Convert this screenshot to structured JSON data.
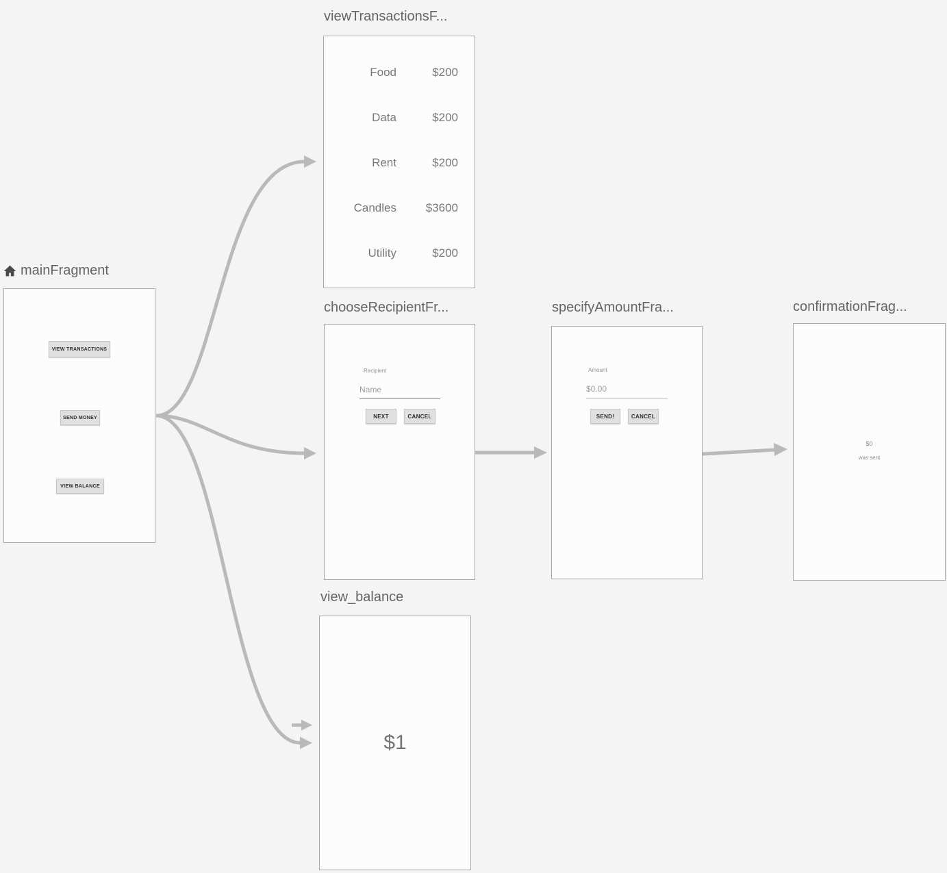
{
  "colors": {
    "background": "#f4f4f4",
    "card_fill": "#fcfcfc",
    "card_border": "#a8a8a8",
    "arrow": "#b9b9b9",
    "title_text": "#646464"
  },
  "icons": {
    "home": "home-icon"
  },
  "fragments": {
    "main": {
      "title": "mainFragment",
      "buttons": {
        "view_transactions": "VIEW TRANSACTIONS",
        "send_money": "SEND MONEY",
        "view_balance": "VIEW BALANCE"
      }
    },
    "view_transactions": {
      "title": "viewTransactionsF...",
      "rows": [
        {
          "name": "Food",
          "amount": "$200"
        },
        {
          "name": "Data",
          "amount": "$200"
        },
        {
          "name": "Rent",
          "amount": "$200"
        },
        {
          "name": "Candles",
          "amount": "$3600"
        },
        {
          "name": "Utility",
          "amount": "$200"
        }
      ]
    },
    "choose_recipient": {
      "title": "chooseRecipientFr...",
      "field_label": "Recipient",
      "input_placeholder": "Name",
      "next_button": "NEXT",
      "cancel_button": "CANCEL"
    },
    "specify_amount": {
      "title": "specifyAmountFra...",
      "field_label": "Amount",
      "input_placeholder": "$0.00",
      "send_button": "SEND!",
      "cancel_button": "CANCEL"
    },
    "confirmation": {
      "title": "confirmationFrag...",
      "amount": "$0",
      "message": "was sent"
    },
    "view_balance": {
      "title": "view_balance",
      "balance": "$1"
    }
  }
}
